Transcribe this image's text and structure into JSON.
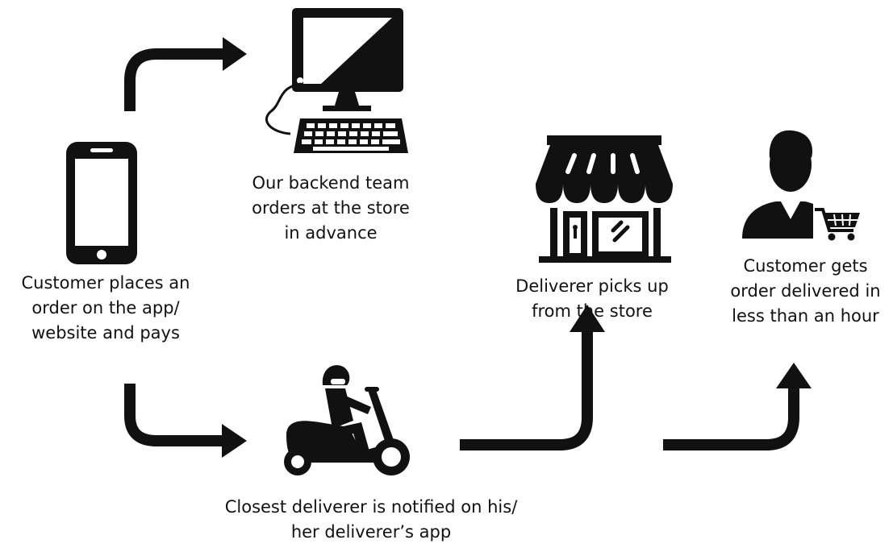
{
  "colors": {
    "ink": "#111111",
    "background": "#ffffff"
  },
  "steps": [
    {
      "id": "customer",
      "icon": "smartphone-icon",
      "label": "Customer places an\norder on the app/\nwebsite and pays"
    },
    {
      "id": "backend",
      "icon": "desktop-computer-icon",
      "label": "Our backend team\norders at the store\nin advance"
    },
    {
      "id": "deliverer",
      "icon": "scooter-rider-icon",
      "label": "Closest deliverer is notified on his/\nher deliverer’s app"
    },
    {
      "id": "store",
      "icon": "storefront-icon",
      "label": "Deliverer picks up\nfrom the store"
    },
    {
      "id": "delivered",
      "icon": "customer-with-cart-icon",
      "label": "Customer gets\norder delivered in\nless than an hour"
    }
  ]
}
